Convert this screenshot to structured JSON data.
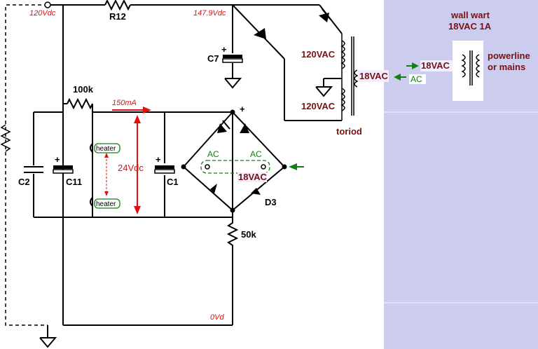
{
  "labels": {
    "v120": "120Vdc",
    "r12": "R12",
    "v147": "147.9Vdc",
    "c7": "C7",
    "t120a": "120VAC",
    "t120b": "120VAC",
    "t18": "18VAC",
    "toriod": "toriod",
    "ac_in": "AC",
    "v18_in": "18VAC",
    "ww1": "wall wart",
    "ww2": "18VAC 1A",
    "pl1": "powerline",
    "pl2": "or mains",
    "r100k": "100k",
    "ma150": "150mA",
    "heater1": "heater",
    "heater2": "heater",
    "v24": "24Vdc",
    "c2": "C2",
    "c11": "C11",
    "c1": "C1",
    "ac1": "AC",
    "ac2": "AC",
    "v18b": "18VAC",
    "d3": "D3",
    "r50k": "50k",
    "v0": "0Vd",
    "plus_bridge": "+",
    "plus_c7": "+",
    "plus_c11": "+",
    "plus_c1": "+"
  },
  "colors": {
    "panel": "#ccccee",
    "wire": "#000000",
    "red": "#e01010",
    "green": "#108010",
    "maroon": "#7a1010"
  }
}
